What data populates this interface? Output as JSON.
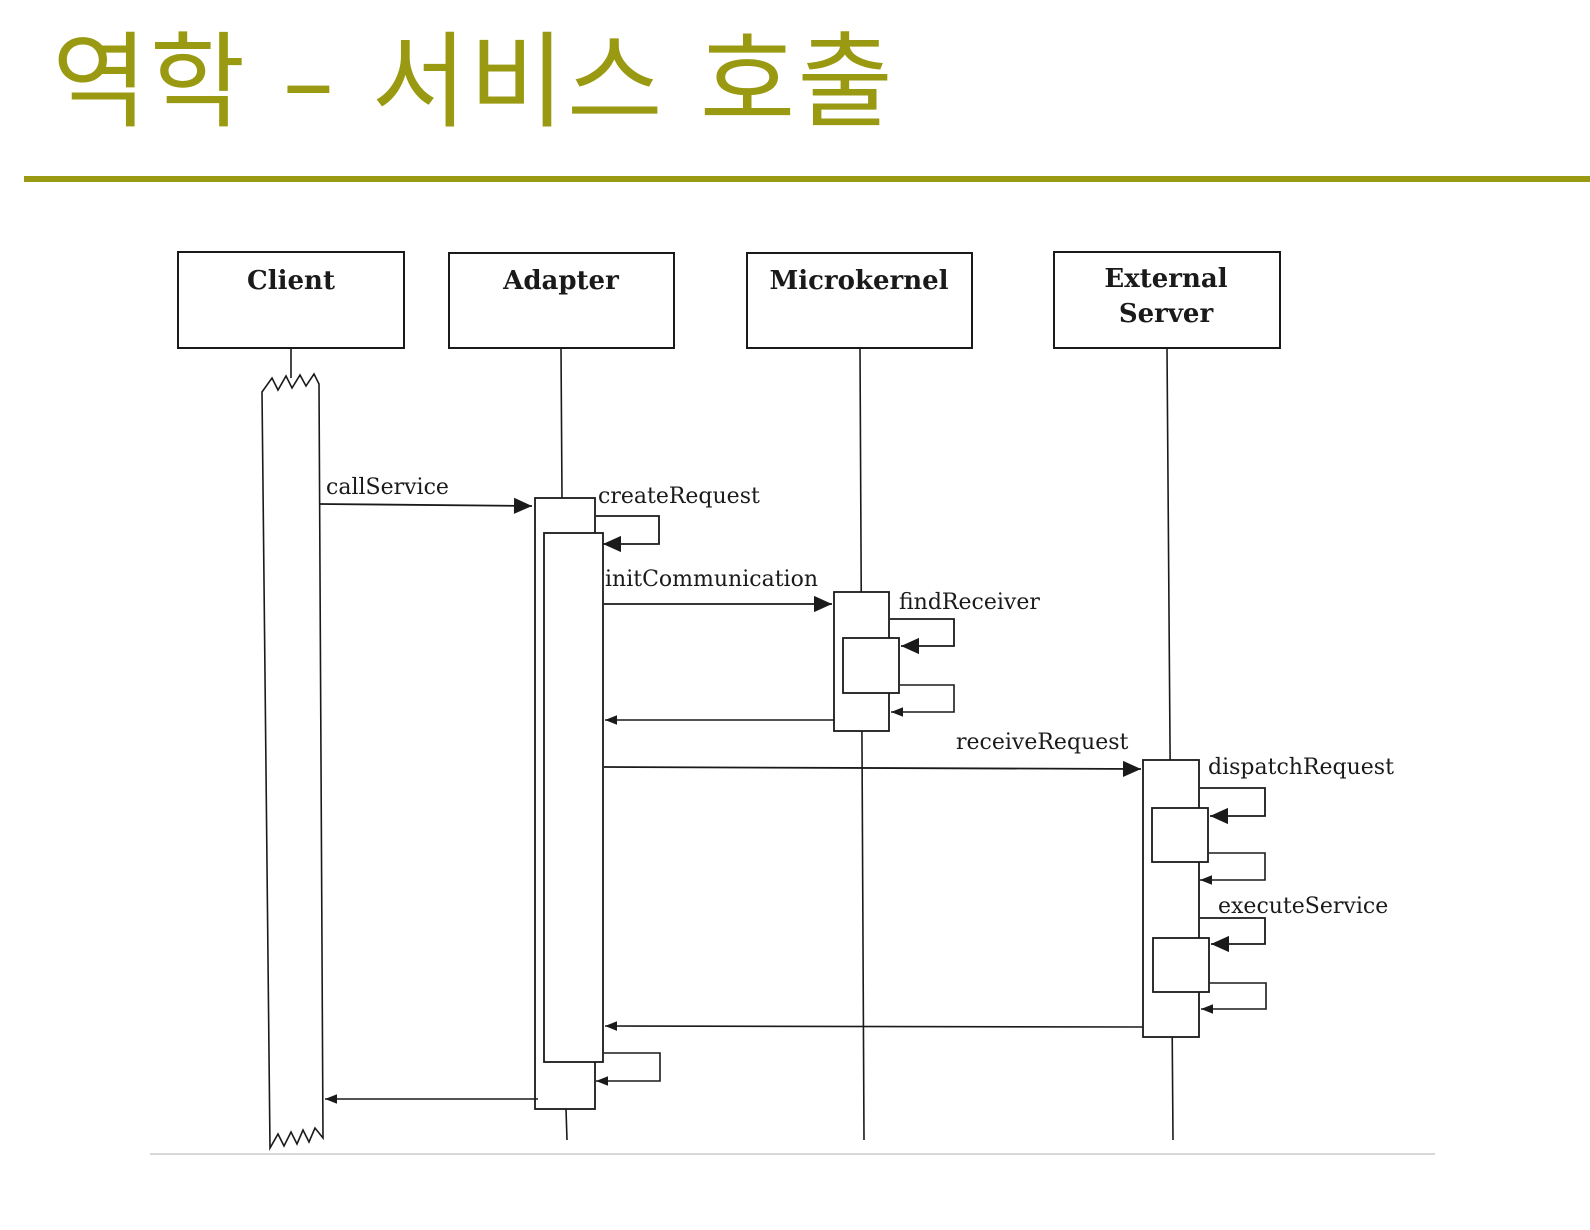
{
  "title": "역학 – 서비스 호출",
  "theme": {
    "accent": "#9a9a12",
    "ink": "#1a1a1a"
  },
  "lifelines": [
    {
      "id": "client",
      "label_lines": [
        "Client"
      ]
    },
    {
      "id": "adapter",
      "label_lines": [
        "Adapter"
      ]
    },
    {
      "id": "microkernel",
      "label_lines": [
        "Microkernel"
      ]
    },
    {
      "id": "external-server",
      "label_lines": [
        "External",
        "Server"
      ]
    }
  ],
  "messages": {
    "callService": "callService",
    "createRequest": "createRequest",
    "initCommunication": "initCommunication",
    "findReceiver": "findReceiver",
    "receiveRequest": "receiveRequest",
    "dispatchRequest": "dispatchRequest",
    "executeService": "executeService"
  }
}
